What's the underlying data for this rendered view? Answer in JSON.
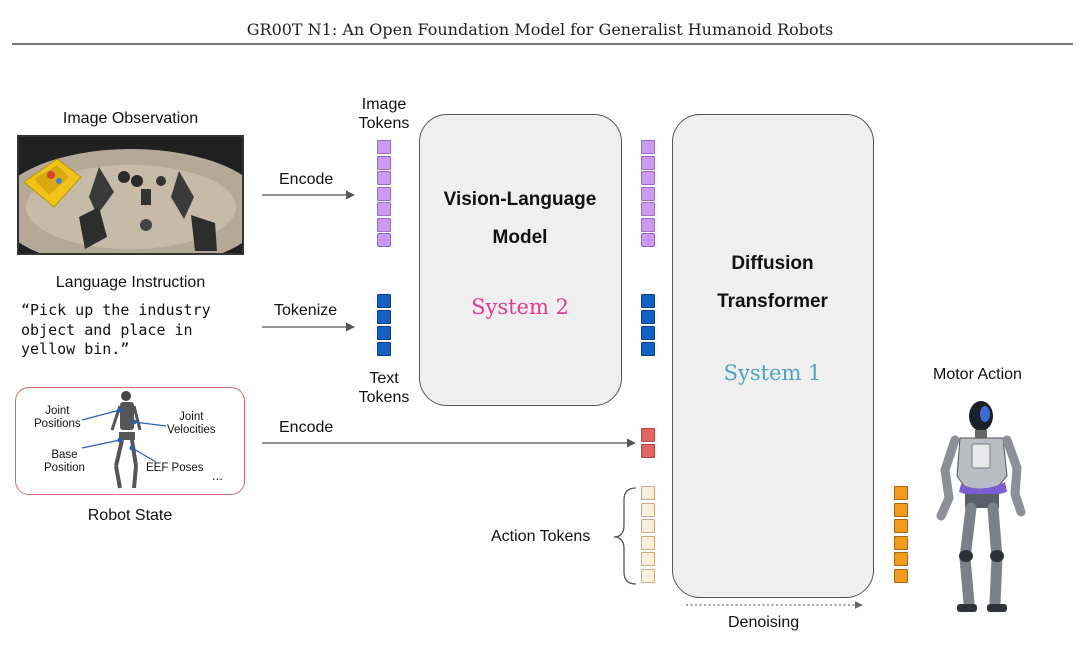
{
  "header": {
    "title": "GR00T N1: An Open Foundation Model for Generalist Humanoid Robots"
  },
  "inputs": {
    "image_observation": {
      "title": "Image Observation"
    },
    "language_instruction": {
      "title": "Language Instruction",
      "text_lines": [
        "“Pick up the industry",
        "object and place in",
        "yellow bin.”"
      ]
    },
    "robot_state": {
      "title": "Robot State",
      "labels": {
        "joint_positions": [
          "Joint",
          "Positions"
        ],
        "joint_velocities": [
          "Joint",
          "Velocities"
        ],
        "base_position": [
          "Base",
          "Position"
        ],
        "eef_poses": "EEF Poses",
        "ellipsis": "..."
      }
    }
  },
  "arrows": {
    "encode_image": "Encode",
    "tokenize": "Tokenize",
    "encode_state": "Encode"
  },
  "tokens": {
    "image_tokens_label": [
      "Image",
      "Tokens"
    ],
    "text_tokens_label": [
      "Text",
      "Tokens"
    ],
    "action_tokens_label": "Action Tokens",
    "image_token_count": 7,
    "text_token_count": 4,
    "state_token_count": 2,
    "action_token_count": 6
  },
  "vlm": {
    "title_lines": [
      "Vision-Language",
      "Model"
    ],
    "system_label": "System 2"
  },
  "dit": {
    "title_lines": [
      "Diffusion",
      "Transformer"
    ],
    "system_label": "System 1"
  },
  "denoising": {
    "label": "Denoising"
  },
  "output": {
    "title": "Motor Action"
  },
  "colors": {
    "image_token": "#c99af0",
    "text_token": "#1360c4",
    "state_token": "#e06464",
    "action_token_initial": "#fbeedb",
    "action_token_mid": "#f6d9a8",
    "action_token_mid2": "#f5b860",
    "action_token_final": "#f29a1c",
    "system2": "#e0398e",
    "system1": "#4aa3c2",
    "robot_state_border": "#d66a6a"
  },
  "icons": {
    "image_observation": "tabletop-camera-photo-icon",
    "robot_state": "humanoid-skeleton-icon",
    "motor_action": "humanoid-robot-icon"
  }
}
